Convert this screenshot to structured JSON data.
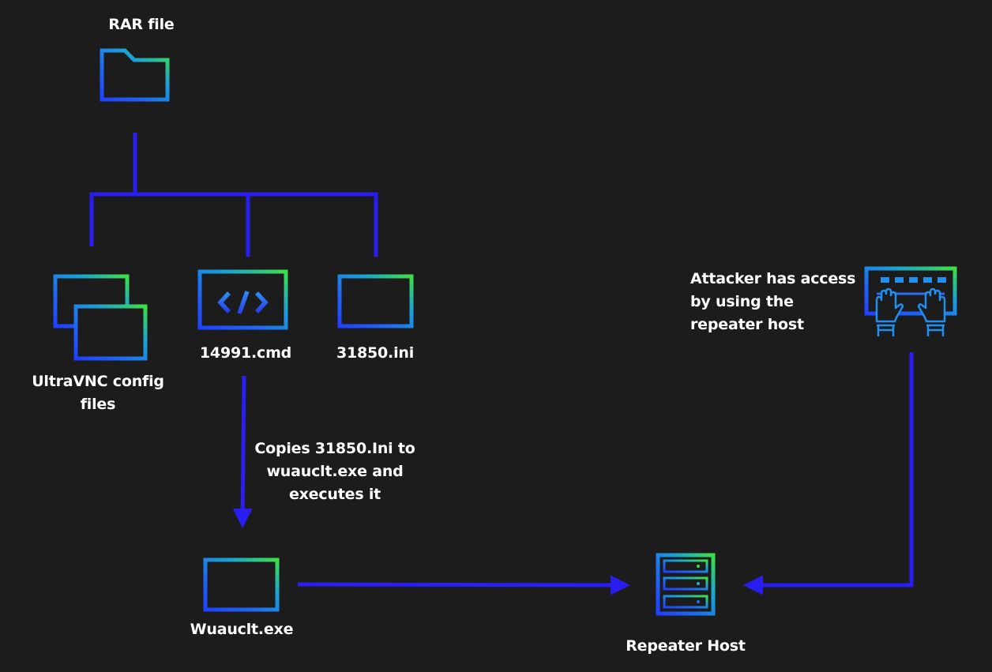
{
  "nodes": {
    "rar_file": {
      "label": "RAR file",
      "icon": "folder-icon"
    },
    "ultravnc_config": {
      "label_lines": [
        "UltraVNC config",
        "files"
      ],
      "icon": "stacked-windows-icon"
    },
    "cmd_file": {
      "label": "14991.cmd",
      "icon": "code-window-icon"
    },
    "ini_file": {
      "label": "31850.ini",
      "icon": "window-icon"
    },
    "wuauclt": {
      "label": "Wuauclt.exe",
      "icon": "window-icon"
    },
    "repeater_host": {
      "label": "Repeater Host",
      "icon": "server-icon"
    },
    "attacker": {
      "label_lines": [
        "Attacker has access",
        "by using the",
        "repeater host"
      ],
      "icon": "hands-keyboard-icon"
    }
  },
  "edges": {
    "copy_execute": {
      "label_lines": [
        "Copies 31850.Ini to",
        "wuauclt.exe and",
        "executes it"
      ]
    }
  },
  "colors": {
    "background": "#1c1c1c",
    "connector": "#2a1df0",
    "icon_gradient_start": "#1a6dff",
    "icon_gradient_mid": "#2633e8",
    "icon_gradient_end": "#3fe04a",
    "text": "#ffffff"
  }
}
